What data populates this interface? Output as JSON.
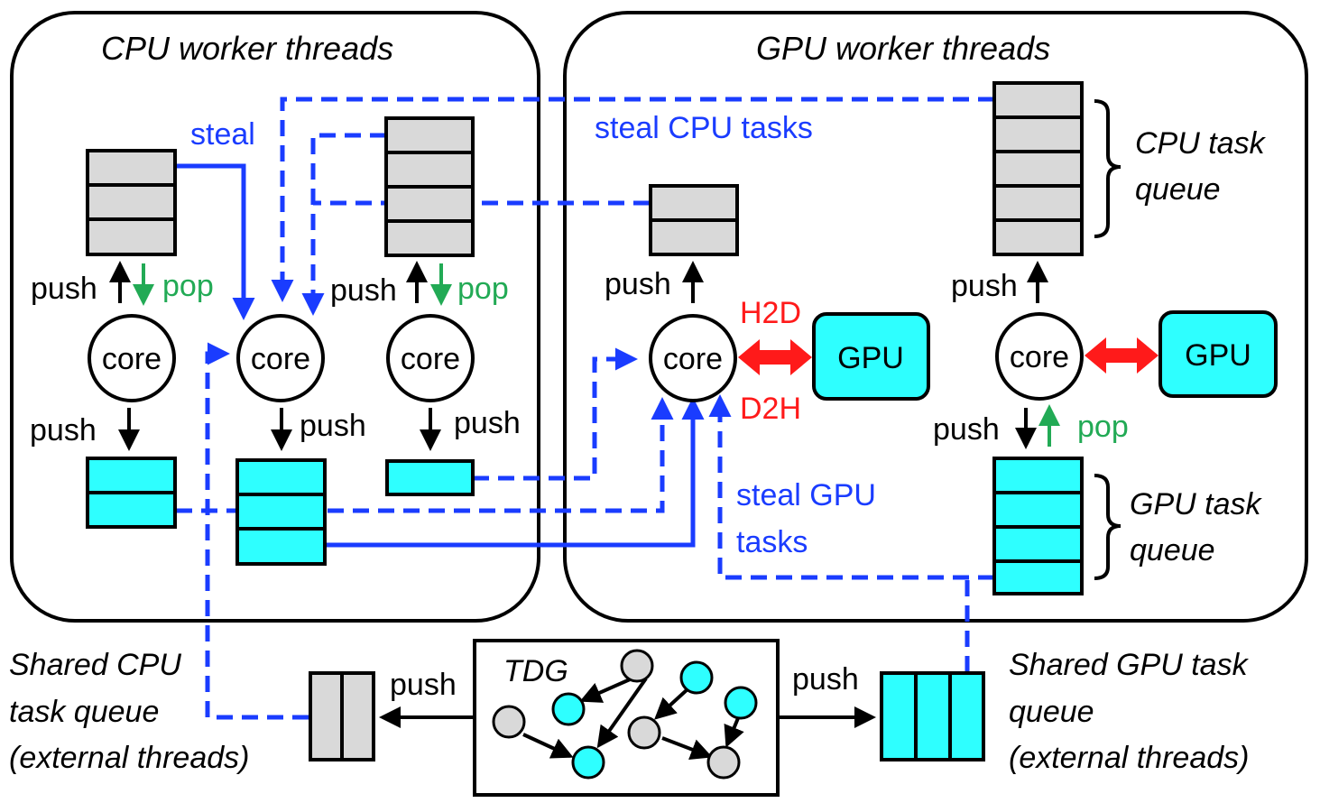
{
  "titles": {
    "cpu_group": "CPU worker threads",
    "gpu_group": "GPU worker threads"
  },
  "labels": {
    "push": "push",
    "pop": "pop",
    "core": "core",
    "gpu": "GPU",
    "steal": "steal",
    "steal_cpu_tasks": "steal CPU tasks",
    "steal_gpu_line1": "steal GPU",
    "steal_gpu_line2": "tasks",
    "h2d": "H2D",
    "d2h": "D2H",
    "tdg": "TDG",
    "cpu_task_queue_l1": "CPU task",
    "cpu_task_queue_l2": "queue",
    "gpu_task_queue_l1": "GPU task",
    "gpu_task_queue_l2": "queue",
    "shared_cpu_l1": "Shared CPU",
    "shared_cpu_l2": "task queue",
    "shared_cpu_l3": "(external threads)",
    "shared_gpu_l1": "Shared GPU task",
    "shared_gpu_l2": "queue",
    "shared_gpu_l3": "(external threads)"
  },
  "colors": {
    "cpu_queue": "#d9d9d9",
    "gpu_queue": "#2effff",
    "steal_arrow": "#1a3cff",
    "pop_arrow": "#22aa55",
    "transfer_arrow": "#ff1a1a",
    "transfer_label": "#ff1a1a"
  }
}
